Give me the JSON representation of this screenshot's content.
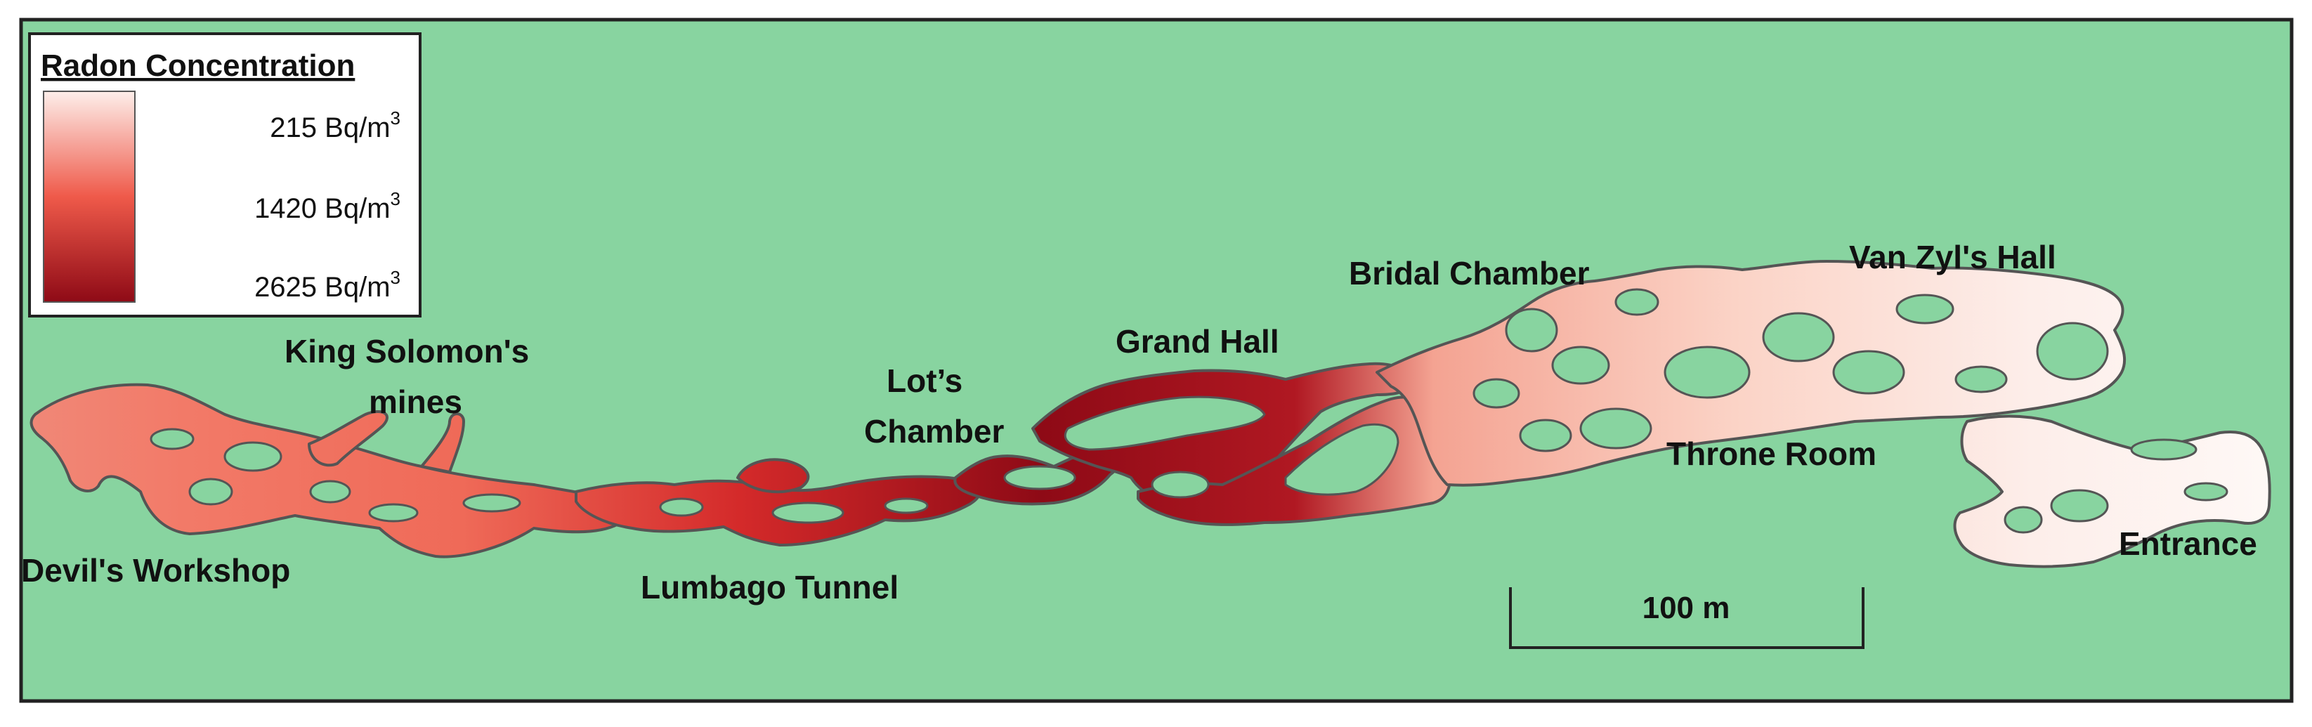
{
  "colors": {
    "background": "#88d4a0",
    "border": "#222222",
    "cave_outline": "#555555",
    "conc_low": "#fdeeea",
    "conc_mid": "#ef5a4a",
    "conc_high": "#8e0a16"
  },
  "legend": {
    "title": "Radon Concentration",
    "unit_base": "Bq/m",
    "unit_exponent": "3",
    "ticks": [
      "215",
      "1420",
      "2625"
    ]
  },
  "places": {
    "devils_workshop": "Devil's Workshop",
    "king_solomon_1": "King Solomon's",
    "king_solomon_2": "mines",
    "lumbago_tunnel": "Lumbago Tunnel",
    "lots_chamber_1": "Lot’s",
    "lots_chamber_2": "Chamber",
    "grand_hall": "Grand Hall",
    "bridal_chamber": "Bridal Chamber",
    "throne_room": "Throne Room",
    "van_zyls_hall": "Van Zyl's Hall",
    "entrance": "Entrance"
  },
  "scale_bar": {
    "label": "100 m"
  }
}
